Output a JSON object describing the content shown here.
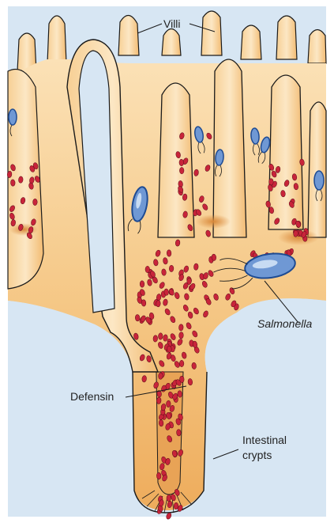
{
  "labels": {
    "villi": "Villi",
    "salmonella": "Salmonella",
    "defensin": "Defensin",
    "crypts_line1": "Intestinal",
    "crypts_line2": "crypts"
  },
  "colors": {
    "lumen": "#d7e6f3",
    "tissue": "#f4c887",
    "tissue_light": "#f9deaf",
    "tissue_dark": "#e8a356",
    "outline": "#1b1b1b",
    "defensin": "#c8243a",
    "bacterium": "#6f98d4",
    "bacterium_dark": "#1e4b93"
  },
  "icons": [
    "salmonella-bacterium-icon",
    "defensin-granule-icon"
  ]
}
